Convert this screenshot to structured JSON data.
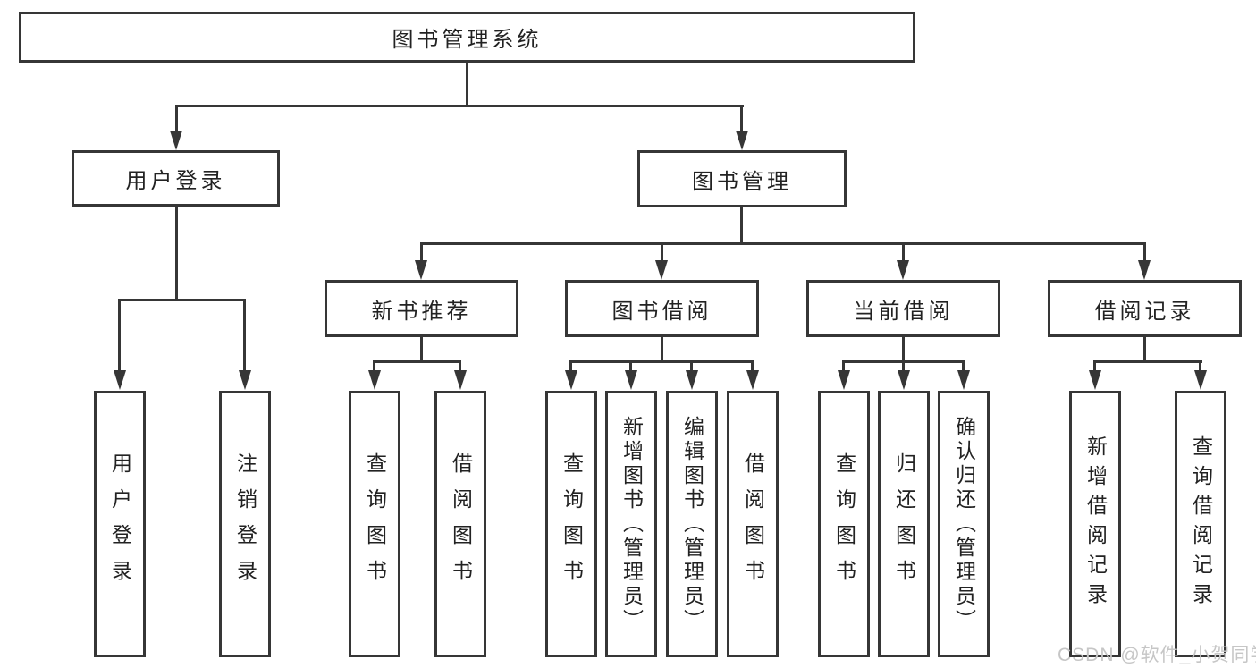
{
  "root": {
    "label": "图书管理系统"
  },
  "level2": [
    {
      "label": "用户登录"
    },
    {
      "label": "图书管理"
    }
  ],
  "level3": [
    {
      "label": "新书推荐"
    },
    {
      "label": "图书借阅"
    },
    {
      "label": "当前借阅"
    },
    {
      "label": "借阅记录"
    }
  ],
  "leaves": {
    "login": [
      {
        "label": "用户登录"
      },
      {
        "label": "注销登录"
      }
    ],
    "recommend": [
      {
        "label": "查询图书"
      },
      {
        "label": "借阅图书"
      }
    ],
    "borrow": [
      {
        "label": "查询图书"
      },
      {
        "label": "新增图书（管理员）"
      },
      {
        "label": "编辑图书（管理员）"
      },
      {
        "label": "借阅图书"
      }
    ],
    "current": [
      {
        "label": "查询图书"
      },
      {
        "label": "归还图书"
      },
      {
        "label": "确认归还（管理员）"
      }
    ],
    "records": [
      {
        "label": "新增借阅记录"
      },
      {
        "label": "查询借阅记录"
      }
    ]
  },
  "watermark": "CSDN @软件_小贺同学",
  "colors": {
    "line": "#363636",
    "text": "#222222",
    "watermark": "#c6c6c6",
    "background": "#ffffff"
  }
}
